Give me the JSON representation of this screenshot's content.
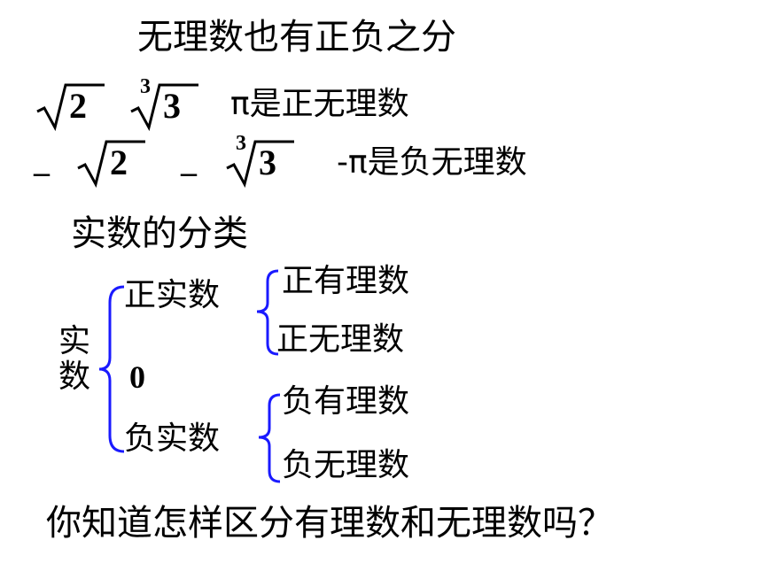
{
  "title": "无理数也有正负之分",
  "row1": {
    "sqrt2": "2",
    "cbrt_index": "3",
    "cbrt_radicand": "3",
    "note": "π是正无理数"
  },
  "row2": {
    "minus1": "–",
    "sqrt2": "2",
    "minus2": "–",
    "cbrt_index": "3",
    "cbrt_radicand": "3",
    "note": "-π是负无理数"
  },
  "heading": "实数的分类",
  "tree": {
    "root_top": "实",
    "root_bottom": "数",
    "positive": "正实数",
    "zero": "0",
    "negative": "负实数",
    "pos_rational": "正有理数",
    "pos_irrational": "正无理数",
    "neg_rational": "负有理数",
    "neg_irrational": "负无理数"
  },
  "question": "你知道怎样区分有理数和无理数吗？",
  "colors": {
    "brace": "#1a1aff",
    "text": "#000000"
  }
}
